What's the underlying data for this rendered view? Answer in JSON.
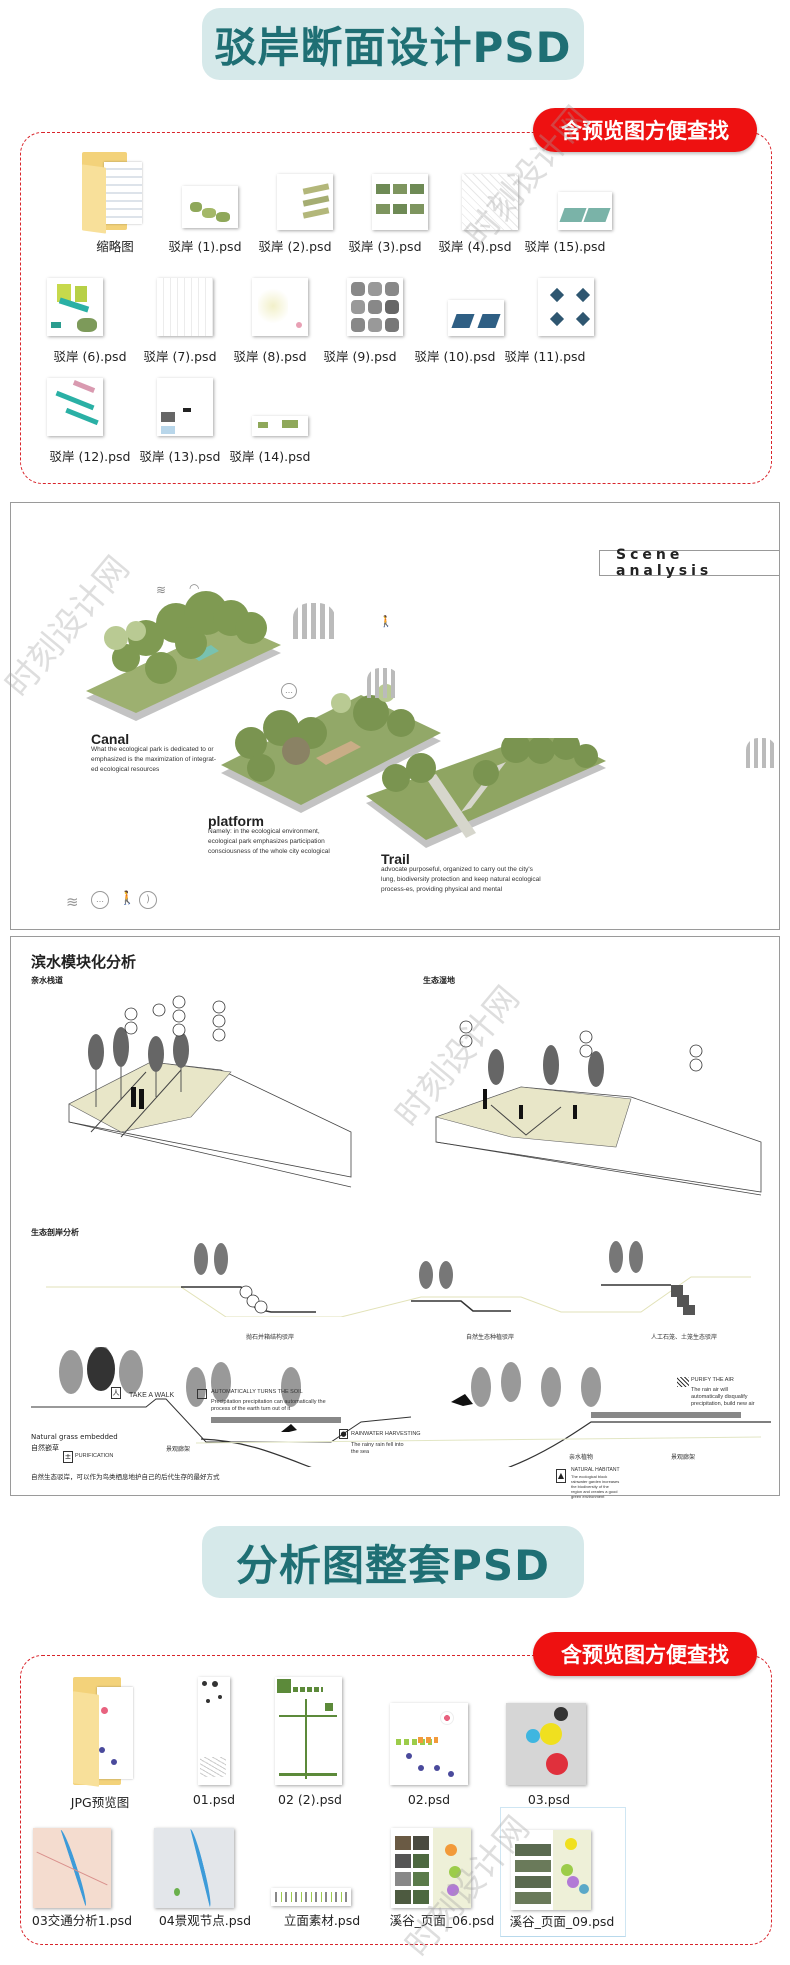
{
  "section1": {
    "title": "驳岸断面设计PSD",
    "badge": "含预览图方便查找",
    "files": [
      {
        "label": "缩略图",
        "type": "folder"
      },
      {
        "label": "驳岸 (1).psd",
        "type": "psd"
      },
      {
        "label": "驳岸 (2).psd",
        "type": "psd"
      },
      {
        "label": "驳岸 (3).psd",
        "type": "psd"
      },
      {
        "label": "驳岸 (4).psd",
        "type": "psd"
      },
      {
        "label": "驳岸 (15).psd",
        "type": "psd"
      },
      {
        "label": "驳岸 (6).psd",
        "type": "psd"
      },
      {
        "label": "驳岸 (7).psd",
        "type": "psd"
      },
      {
        "label": "驳岸 (8).psd",
        "type": "psd"
      },
      {
        "label": "驳岸 (9).psd",
        "type": "psd"
      },
      {
        "label": "驳岸 (10).psd",
        "type": "psd"
      },
      {
        "label": "驳岸 (11).psd",
        "type": "psd"
      },
      {
        "label": "驳岸 (12).psd",
        "type": "psd"
      },
      {
        "label": "驳岸 (13).psd",
        "type": "psd"
      },
      {
        "label": "驳岸 (14).psd",
        "type": "psd"
      }
    ]
  },
  "scene": {
    "title": "Scene analysis",
    "zones": [
      {
        "title": "Canal",
        "desc": "What the ecological park is dedicated to or emphasized is the maximization of integrat-ed ecological resources"
      },
      {
        "title": "platform",
        "desc": "Namely: in the ecological environment, ecological park emphasizes participation consciousness of the whole city ecological"
      },
      {
        "title": "Trail",
        "desc": "advocate purposeful, organized to carry out the city's lung, biodiversity protection and keep natural ecological process-es, providing physical and mental"
      }
    ],
    "icons": [
      "water-waves-icon",
      "chat-bubble-icon",
      "walking-person-icon",
      "leaf-circle-icon"
    ]
  },
  "waterfront": {
    "title": "滨水模块化分析",
    "sub_left": "亲水栈道",
    "sub_right": "生态湿地",
    "section_label": "生态剖岸分析",
    "bank_types": [
      "抛石并箱结构驳岸",
      "自然生态种植驳岸",
      "人工石笼、土笼生态驳岸"
    ],
    "annotations": {
      "grass_en": "Natural grass embedded",
      "grass_cn": "自然嵌草",
      "purification": "PURIFICATION",
      "take_a_walk": "TAKE A WALK",
      "auto_turns": "AUTOMATICALLY TURNS THE SOIL",
      "auto_desc": "Precipitation precipitation can automatically the process of the earth turn out of it",
      "rainwater": "RAINWATER HARVESTING",
      "rain_desc": "The rainy rain fell into the sea",
      "purify_air": "PURIFY THE AIR",
      "purify_desc": "The rain air will automatically disqualify precipitation, build new air",
      "landscape_frame_1": "景观廊架",
      "aquatic": "亲水植物",
      "landscape_frame_2": "景观廊架",
      "habitat": "NATURAL HABITANT",
      "habitat_desc": "The ecological block rainwater garden increases the biodiversity of the region and creates a good green environment",
      "footer": "自然生态驳岸，可以作为鸟类栖息地护自己的后代生存的最好方式"
    }
  },
  "section2": {
    "title": "分析图整套PSD",
    "badge": "含预览图方便查找",
    "files": [
      {
        "label": "JPG预览图",
        "type": "folder"
      },
      {
        "label": "01.psd",
        "type": "psd"
      },
      {
        "label": "02 (2).psd",
        "type": "psd"
      },
      {
        "label": "02.psd",
        "type": "psd"
      },
      {
        "label": "03.psd",
        "type": "psd"
      },
      {
        "label": "03交通分析1.psd",
        "type": "psd"
      },
      {
        "label": "04景观节点.psd",
        "type": "psd"
      },
      {
        "label": "立面素材.psd",
        "type": "psd"
      },
      {
        "label": "溪谷_页面_06.psd",
        "type": "psd"
      },
      {
        "label": "溪谷_页面_09.psd",
        "type": "psd",
        "selected": true
      }
    ]
  },
  "watermark": "时刻设计网",
  "colors": {
    "title_bg": "#d6e9ea",
    "title_text": "#1f6f74",
    "badge_red": "#ee1111",
    "dashed_border": "#d9242b",
    "selection_blue": "#cfe6f3"
  }
}
